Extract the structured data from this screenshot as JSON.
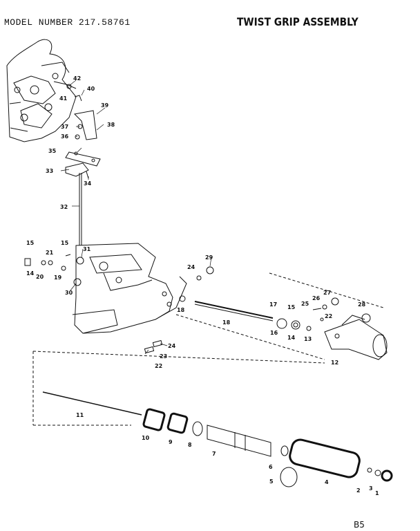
{
  "header": {
    "model_number": "MODEL NUMBER 217.58761",
    "title": "TWIST GRIP ASSEMBLY"
  },
  "footer": {
    "page_code": "B5"
  },
  "callouts": {
    "c1": "1",
    "c2": "2",
    "c3": "3",
    "c4": "4",
    "c5": "5",
    "c6": "6",
    "c7": "7",
    "c8": "8",
    "c9": "9",
    "c10": "10",
    "c11": "11",
    "c12": "12",
    "c13": "13",
    "c14a": "14",
    "c14b": "14",
    "c15a": "15",
    "c15b": "15",
    "c15c": "15",
    "c16": "16",
    "c17": "17",
    "c18a": "18",
    "c18b": "18",
    "c19": "19",
    "c20": "20",
    "c21": "21",
    "c22a": "22",
    "c22b": "22",
    "c23": "23",
    "c24a": "24",
    "c24b": "24",
    "c25": "25",
    "c26": "26",
    "c27": "27",
    "c28": "28",
    "c29": "29",
    "c30": "30",
    "c31": "31",
    "c32": "32",
    "c33": "33",
    "c34": "34",
    "c35": "35",
    "c36": "36",
    "c37": "37",
    "c38": "38",
    "c39": "39",
    "c40": "40",
    "c41": "41",
    "c42": "42"
  }
}
